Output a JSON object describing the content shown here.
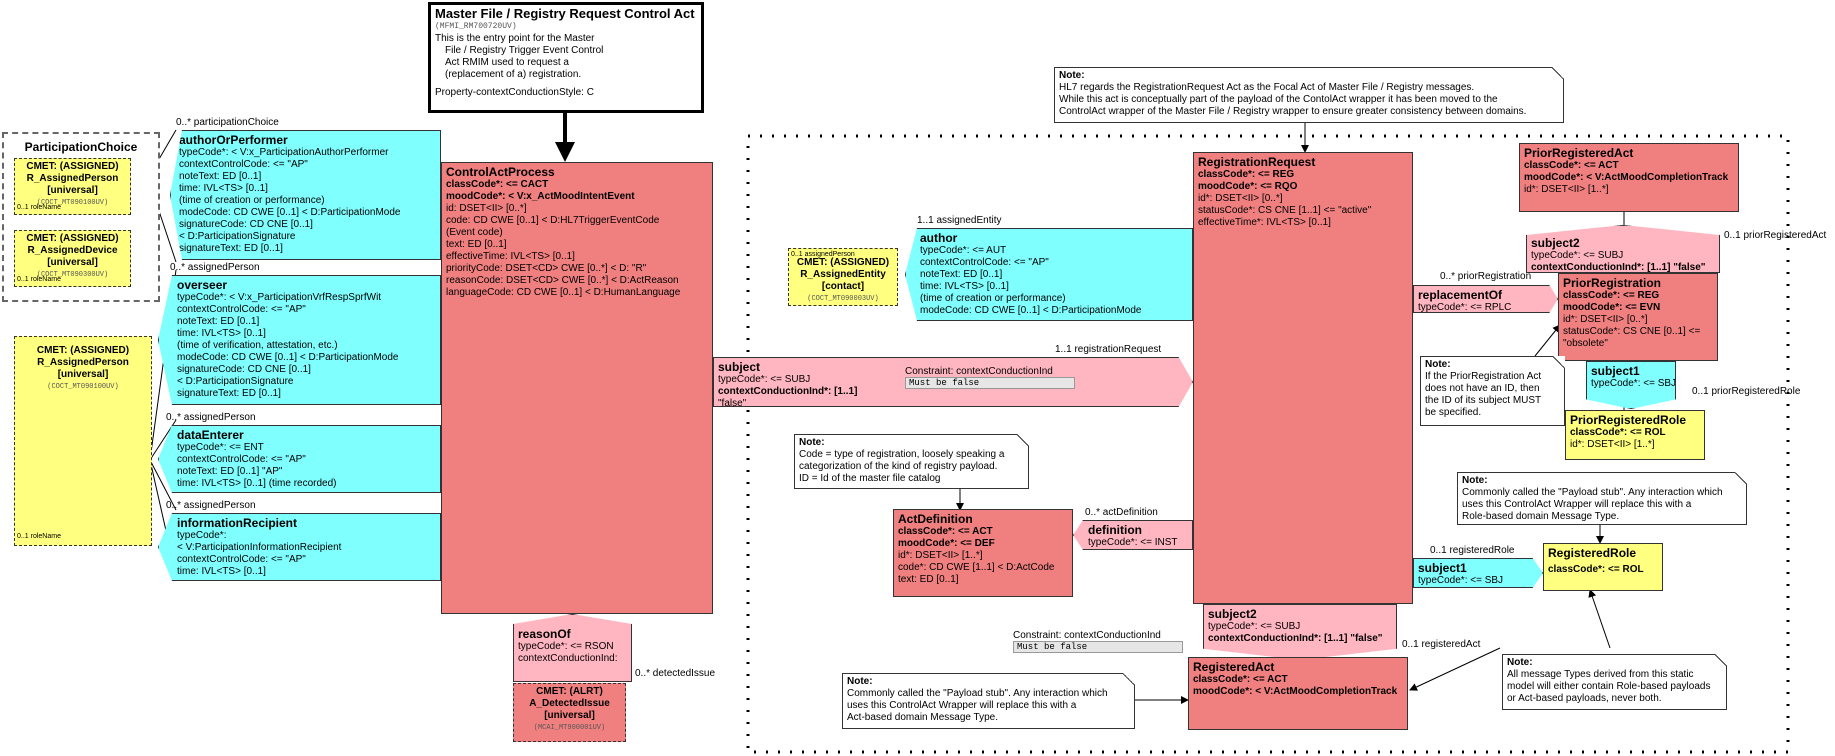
{
  "entry": {
    "title": "Master File / Registry Request Control Act",
    "id": "(MFMI_RM700720UV)",
    "desc": [
      "This is the entry point for the Master",
      "File / Registry Trigger Event Control",
      "Act RMIM used to request a",
      "(replacement of a) registration."
    ],
    "style": "Property-contextConductionStyle: C"
  },
  "note_focal": {
    "title": "Note:",
    "lines": [
      "HL7 regards the RegistrationRequest Act as the Focal Act of Master File / Registry messages.",
      "While this act is conceptually part of the payload of the ContolAct wrapper it has been moved to the",
      "ControlAct wrapper of the Master File / Registry wrapper to ensure greater consistency between domains."
    ]
  },
  "participation_choice": {
    "title": "ParticipationChoice",
    "person": {
      "l1": "CMET: (ASSIGNED)",
      "l2": "R_AssignedPerson",
      "l3": "[universal]",
      "code": "(COCT_MT090100UV)",
      "role": "0..1 roleName"
    },
    "device": {
      "l1": "CMET: (ASSIGNED)",
      "l2": "R_AssignedDevice",
      "l3": "[universal]",
      "code": "(COCT_MT090300UV)",
      "role": "0..1 roleName"
    }
  },
  "cmet_person2": {
    "l1": "CMET: (ASSIGNED)",
    "l2": "R_AssignedPerson",
    "l3": "[universal]",
    "code": "(COCT_MT090100UV)",
    "role": "0..1 roleName"
  },
  "labels": {
    "participation_choice": "0..* participationChoice",
    "assigned_person_1": "0..* assignedPerson",
    "assigned_person_2": "0..* assignedPerson",
    "assigned_person_3": "0..* assignedPerson",
    "assigned_entity": "1..1 assignedEntity",
    "registration_request": "1..1 registrationRequest",
    "prior_registration": "0..* priorRegistration",
    "prior_registered_act": "0..1 priorRegisteredAct",
    "prior_registered_role": "0..1 priorRegisteredRole",
    "act_definition": "0..* actDefinition",
    "registered_role": "0..1 registeredRole",
    "registered_act": "0..1 registeredAct",
    "detected_issue": "0..* detectedIssue"
  },
  "author_or_performer": {
    "title": "authorOrPerformer",
    "lines": [
      "typeCode*: < V:x_ParticipationAuthorPerformer",
      "contextControlCode: <= \"AP\"",
      "noteText: ED [0..1]",
      "time: IVL<TS> [0..1]",
      "  (time of creation or performance)",
      "modeCode: CD CWE [0..1] < D:ParticipationMode",
      "signatureCode: CD CNE [0..1]",
      "  < D:ParticipationSignature",
      "signatureText: ED [0..1]"
    ]
  },
  "overseer": {
    "title": "overseer",
    "lines": [
      "typeCode*: < V:x_ParticipationVrfRespSprfWit",
      "contextControlCode: <= \"AP\"",
      "noteText: ED [0..1]",
      "time: IVL<TS> [0..1]",
      "  (time of verification, attestation, etc.)",
      "modeCode: CD CWE [0..1] < D:ParticipationMode",
      "signatureCode: CD CNE [0..1]",
      "  < D:ParticipationSignature",
      "signatureText: ED [0..1]"
    ]
  },
  "data_enterer": {
    "title": "dataEnterer",
    "lines": [
      "typeCode*: <= ENT",
      "contextControlCode: <= \"AP\"",
      "noteText: ED [0..1] \"AP\"",
      "time: IVL<TS> [0..1] (time recorded)"
    ]
  },
  "information_recipient": {
    "title": "informationRecipient",
    "lines": [
      "typeCode*:",
      "  < V:ParticipationInformationRecipient",
      "contextControlCode: <= \"AP\"",
      "time: IVL<TS> [0..1]"
    ]
  },
  "control_act": {
    "title": "ControlActProcess",
    "lines": [
      "classCode*: <= CACT",
      "moodCode*: < V:x_ActMoodIntentEvent",
      "id: DSET<II> [0..*]",
      "code: CD CWE [0..1] < D:HL7TriggerEventCode",
      "  (Event code)",
      "text: ED [0..1]",
      "effectiveTime: IVL<TS> [0..1]",
      "priorityCode: DSET<CD> CWE [0..*] < D: \"R\"",
      "reasonCode: DSET<CD> CWE [0..*] < D:ActReason",
      "languageCode: CD CWE [0..1] < D:HumanLanguage"
    ]
  },
  "reason_of": {
    "title": "reasonOf",
    "lines": [
      "typeCode*: <= RSON",
      "contextConductionInd:"
    ]
  },
  "cmet_detected": {
    "l1": "CMET: (ALRT)",
    "l2": "A_DetectedIssue",
    "l3": "[universal]",
    "code": "(MCAI_MT900001UV)"
  },
  "subject_main": {
    "title": "subject",
    "lines": [
      "typeCode*: <= SUBJ",
      "contextConductionInd*: [1..1]",
      "\"false\""
    ],
    "constraint": "Constraint: contextConductionInd",
    "constraint_code": "Must be false"
  },
  "cmet_entity": {
    "l1": "CMET: (ASSIGNED)",
    "l2": "R_AssignedEntity",
    "l3": "[contact]",
    "code": "(COCT_MT090003UV)",
    "role": "0..1 assignedPerson"
  },
  "author": {
    "title": "author",
    "lines": [
      "typeCode*: <= AUT",
      "contextControlCode: <= \"AP\"",
      "noteText: ED [0..1]",
      "time: IVL<TS> [0..1]",
      "  (time of creation or performance)",
      "modeCode: CD CWE [0..1] < D:ParticipationMode"
    ]
  },
  "registration_request": {
    "title": "RegistrationRequest",
    "lines": [
      "classCode*: <= REG",
      "moodCode*: <= RQO",
      "id*: DSET<II> [0..*]",
      "statusCode*: CS CNE [1..1] <= \"active\"",
      "effectiveTime*: IVL<TS> [0..1]"
    ]
  },
  "note_code": {
    "title": "Note:",
    "lines": [
      "Code = type of registration, loosely speaking a",
      "categorization of the kind of registry payload.",
      "ID = Id of the master file catalog"
    ]
  },
  "act_definition": {
    "title": "ActDefinition",
    "lines": [
      "classCode*: <= ACT",
      "moodCode*: <= DEF",
      "id*: DSET<II> [1..*]",
      "code*: CD CWE [1..1] < D:ActCode",
      "text: ED [0..1]"
    ]
  },
  "definition": {
    "title": "definition",
    "lines": [
      "typeCode*: <= INST"
    ]
  },
  "replacement_of": {
    "title": "replacementOf",
    "lines": [
      "typeCode*: <= RPLC"
    ]
  },
  "prior_registered_act": {
    "title": "PriorRegisteredAct",
    "lines": [
      "classCode*: <= ACT",
      "moodCode*: < V:ActMoodCompletionTrack",
      "id*: DSET<II> [1..*]"
    ]
  },
  "subject2_prior": {
    "title": "subject2",
    "lines": [
      "typeCode*: <= SUBJ",
      "contextConductionInd*: [1..1] \"false\""
    ]
  },
  "prior_registration": {
    "title": "PriorRegistration",
    "lines": [
      "classCode*: <= REG",
      "moodCode*: <= EVN",
      "id*: DSET<II> [0..*]",
      "statusCode*: CS CNE [0..1] <=",
      "\"obsolete\""
    ]
  },
  "subject1_prior": {
    "title": "subject1",
    "lines": [
      "typeCode*: <= SBJ"
    ]
  },
  "note_prior": {
    "title": "Note:",
    "lines": [
      "If the PriorRegistration Act",
      "does not have an ID, then",
      "the ID of its subject MUST",
      "be specified."
    ]
  },
  "prior_registered_role": {
    "title": "PriorRegisteredRole",
    "lines": [
      "classCode*: <= ROL",
      "id*: DSET<II> [1..*]"
    ]
  },
  "note_role_stub": {
    "title": "Note:",
    "lines": [
      "Commonly called the \"Payload stub\".  Any interaction which",
      "uses this ControlAct Wrapper will replace this with a",
      "Role-based domain Message Type."
    ]
  },
  "registered_role": {
    "title": "RegisteredRole",
    "lines": [
      "classCode*: <= ROL"
    ]
  },
  "subject1_reg": {
    "title": "subject1",
    "lines": [
      "typeCode*: <= SBJ"
    ]
  },
  "subject2_reg": {
    "title": "subject2",
    "lines": [
      "typeCode*: <= SUBJ",
      "contextConductionInd*: [1..1] \"false\""
    ],
    "constraint": "Constraint: contextConductionInd",
    "constraint_code": "Must be false"
  },
  "registered_act": {
    "title": "RegisteredAct",
    "lines": [
      "classCode*: <= ACT",
      "moodCode*: < V:ActMoodCompletionTrack"
    ]
  },
  "note_act_stub": {
    "title": "Note:",
    "lines": [
      "Commonly called the \"Payload stub\".  Any interaction which",
      "uses this ControlAct Wrapper will replace this with a",
      "Act-based domain Message Type."
    ]
  },
  "note_all": {
    "title": "Note:",
    "lines": [
      "All message Types derived from this static",
      "model will either contain Role-based payloads",
      "or Act-based payloads, never both."
    ]
  }
}
